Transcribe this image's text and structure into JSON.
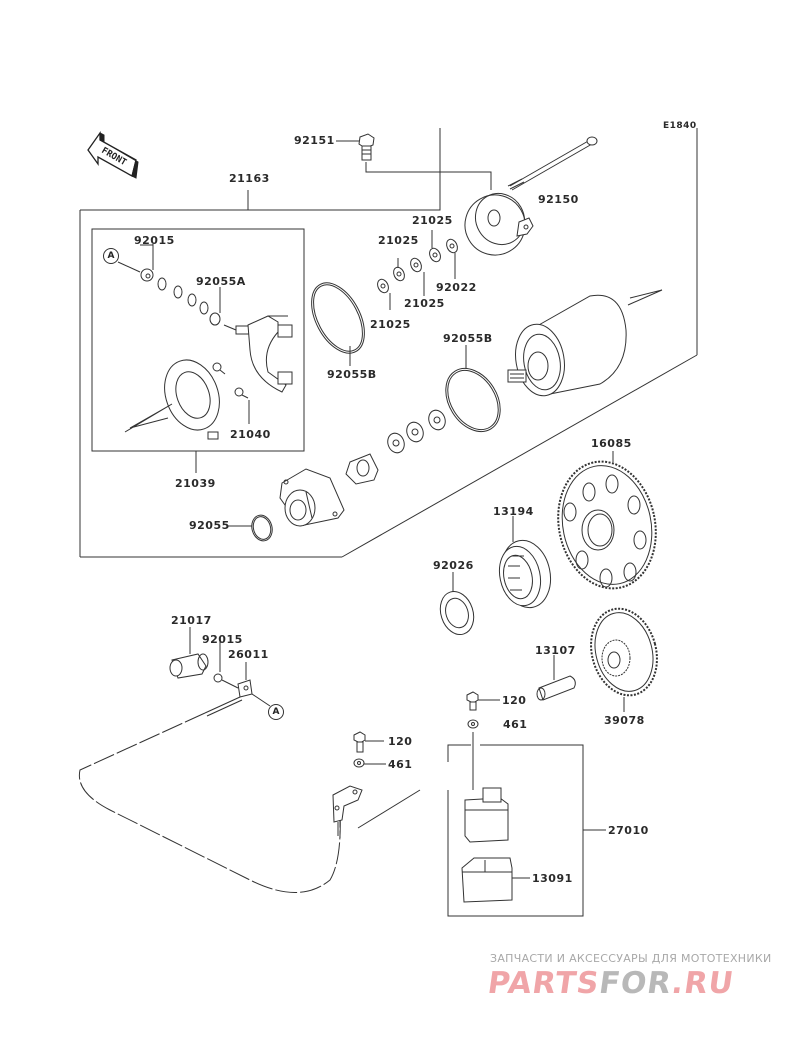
{
  "diagram": {
    "title": "Starter Motor",
    "code": "E1840",
    "front_indicator": "FRONT",
    "callout_ref": "A",
    "parts": {
      "p92151": "92151",
      "p21163": "21163",
      "p92150": "92150",
      "p21025a": "21025",
      "p21025b": "21025",
      "p21025c": "21025",
      "p21025d": "21025",
      "p92022": "92022",
      "p92015a": "92015",
      "p92055A": "92055A",
      "p92055B_a": "92055B",
      "p92055B_b": "92055B",
      "p21040": "21040",
      "p21039": "21039",
      "p92055": "92055",
      "p16085": "16085",
      "p13194": "13194",
      "p92026": "92026",
      "p21017": "21017",
      "p92015b": "92015",
      "p26011": "26011",
      "p13107": "13107",
      "p39078": "39078",
      "p120a": "120",
      "p461a": "461",
      "p120b": "120",
      "p461b": "461",
      "p27010": "27010",
      "p13091": "13091"
    }
  },
  "watermark": {
    "tagline": "ЗАПЧАСТИ И АКСЕССУАРЫ ДЛЯ МОТОТЕХНИКИ",
    "logo_part1": "PARTS",
    "logo_part2": "FOR",
    "logo_part3": ".RU",
    "color_primary": "#f0a5a8",
    "color_secondary": "#b8b8b8"
  }
}
